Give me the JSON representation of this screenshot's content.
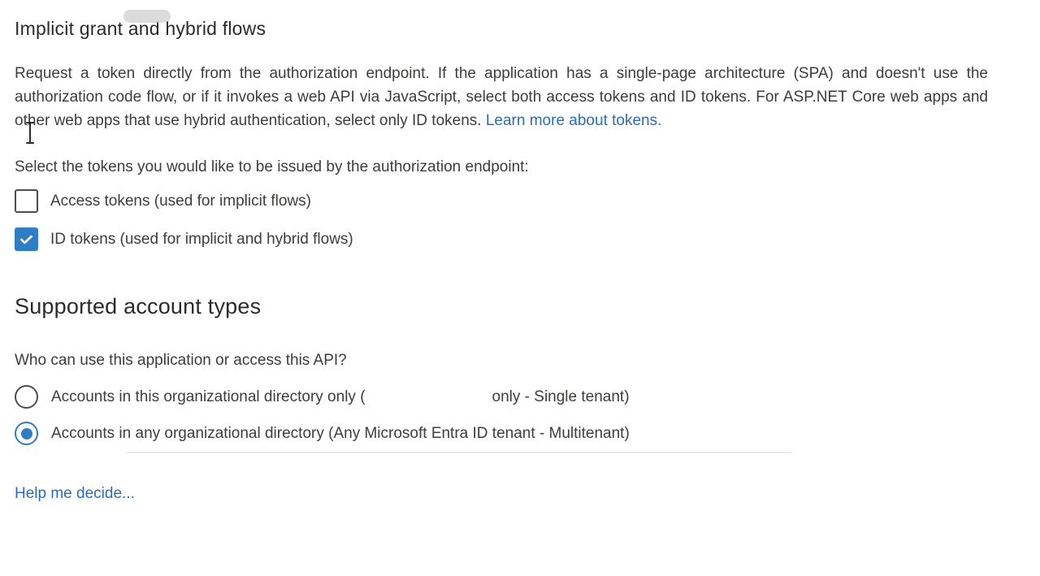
{
  "colors": {
    "accent_blue": "#2f7dc4",
    "link_blue": "#2b6cb3",
    "text": "#3e3d3b",
    "heading": "#2c2b2a"
  },
  "implicit_grant": {
    "heading": "Implicit grant and hybrid flows",
    "description": "Request a token directly from the authorization endpoint. If the application has a single-page architecture (SPA) and doesn't use the authorization code flow, or if it invokes a web API via JavaScript, select both access tokens and ID tokens. For ASP.NET Core web apps and other web apps that use hybrid authentication, select only ID tokens.",
    "learn_more_link": "Learn more about tokens.",
    "select_prompt": "Select the tokens you would like to be issued by the authorization endpoint:",
    "checkboxes": [
      {
        "label": "Access tokens (used for implicit flows)",
        "checked": false
      },
      {
        "label": "ID tokens (used for implicit and hybrid flows)",
        "checked": true
      }
    ]
  },
  "supported_account_types": {
    "heading": "Supported account types",
    "question": "Who can use this application or access this API?",
    "radios": [
      {
        "label_prefix": "Accounts in this organizational directory only (",
        "label_suffix": "only - Single tenant)",
        "selected": false
      },
      {
        "label": "Accounts in any organizational directory (Any Microsoft Entra ID tenant - Multitenant)",
        "selected": true
      }
    ],
    "help_link": "Help me decide..."
  }
}
